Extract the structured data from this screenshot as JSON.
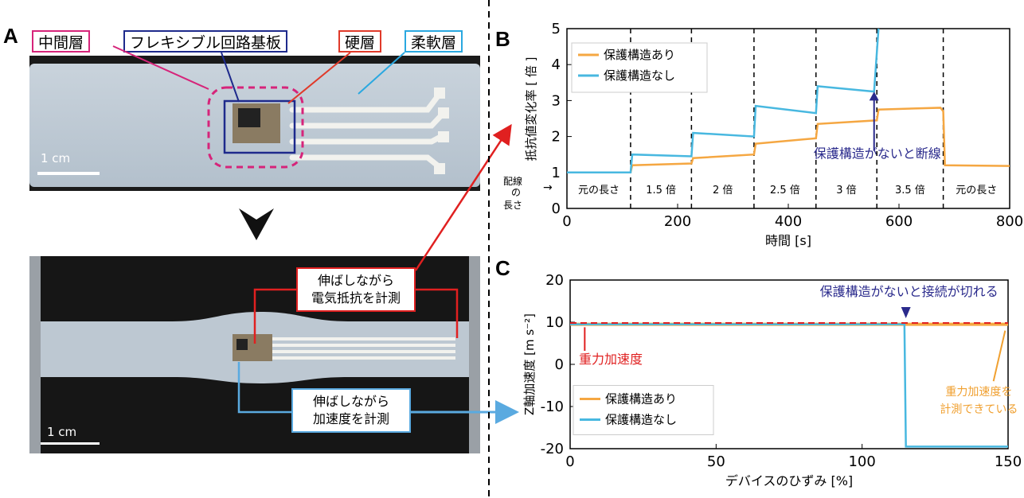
{
  "panelA": {
    "letter": "A",
    "labels": {
      "middle": "中間層",
      "flex": "フレキシブル回路基板",
      "hard": "硬層",
      "soft": "柔軟層"
    },
    "scale_top": "1 cm",
    "scale_bottom": "1 cm",
    "callout_resistance": [
      "伸ばしながら",
      "電気抵抗を計測"
    ],
    "callout_accel": [
      "伸ばしながら",
      "加速度を計測"
    ],
    "colors": {
      "middle": "#d6247a",
      "flex": "#1e2a8c",
      "hard": "#e03a2a",
      "soft": "#2aa8e0",
      "red_callout": "#e02020",
      "blue_callout": "#5aaae0"
    }
  },
  "panelB": {
    "letter": "B",
    "ylabel": "抵抗値変化率 [ 倍 ]",
    "xlabel": "時間 [s]",
    "left_note": [
      "配線",
      "の",
      "長さ"
    ],
    "segments": [
      "元の長さ",
      "1.5 倍",
      "2 倍",
      "2.5 倍",
      "3 倍",
      "3.5 倍",
      "元の長さ"
    ],
    "annotation": "保護構造がないと断線",
    "legend": [
      "保護構造あり",
      "保護構造なし"
    ],
    "xticks": [
      "0",
      "200",
      "400",
      "600",
      "800"
    ],
    "yticks": [
      "0",
      "1",
      "2",
      "3",
      "4",
      "5"
    ]
  },
  "panelC": {
    "letter": "C",
    "ylabel": "Z軸加速度 [m s⁻²]",
    "xlabel": "デバイスのひずみ [%]",
    "annotation_top": "保護構造がないと接続が切れる",
    "annotation_gravity": "重力加速度",
    "annotation_measured": [
      "重力加速度を",
      "計測できている"
    ],
    "legend": [
      "保護構造あり",
      "保護構造なし"
    ],
    "xticks": [
      "0",
      "50",
      "100",
      "150"
    ],
    "yticks": [
      "20",
      "10",
      "0",
      "-10",
      "-20"
    ]
  },
  "chart_data": [
    {
      "type": "line",
      "xlabel": "時間 [s]",
      "ylabel": "抵抗値変化率 [ 倍 ]",
      "xlim": [
        0,
        800
      ],
      "ylim": [
        0,
        5
      ],
      "boundaries": [
        115,
        225,
        338,
        450,
        560,
        680
      ],
      "series": [
        {
          "name": "保護構造あり",
          "color": "#f5a742",
          "x": [
            0,
            115,
            118,
            225,
            228,
            338,
            341,
            450,
            453,
            560,
            563,
            675,
            680,
            683,
            800
          ],
          "y": [
            1.0,
            1.0,
            1.2,
            1.25,
            1.4,
            1.5,
            1.8,
            1.95,
            2.35,
            2.45,
            2.75,
            2.8,
            2.7,
            1.2,
            1.18
          ]
        },
        {
          "name": "保護構造なし",
          "color": "#48b8e0",
          "x": [
            0,
            115,
            118,
            225,
            228,
            338,
            341,
            450,
            453,
            555,
            558,
            563
          ],
          "y": [
            1.0,
            1.0,
            1.5,
            1.45,
            2.1,
            2.0,
            2.85,
            2.65,
            3.4,
            3.25,
            3.9,
            5.0
          ]
        }
      ]
    },
    {
      "type": "line",
      "xlabel": "デバイスのひずみ [%]",
      "ylabel": "Z軸加速度 [m s⁻²]",
      "xlim": [
        0,
        150
      ],
      "ylim": [
        -20,
        20
      ],
      "reference_line": {
        "y": 9.8,
        "color": "#e02020",
        "style": "dashed"
      },
      "series": [
        {
          "name": "保護構造あり",
          "color": "#f5a742",
          "x": [
            0,
            150
          ],
          "y": [
            9.5,
            9.5
          ]
        },
        {
          "name": "保護構造なし",
          "color": "#48b8e0",
          "x": [
            0,
            114.5,
            115,
            150
          ],
          "y": [
            9.5,
            9.5,
            -19.5,
            -19.5
          ]
        }
      ]
    }
  ]
}
